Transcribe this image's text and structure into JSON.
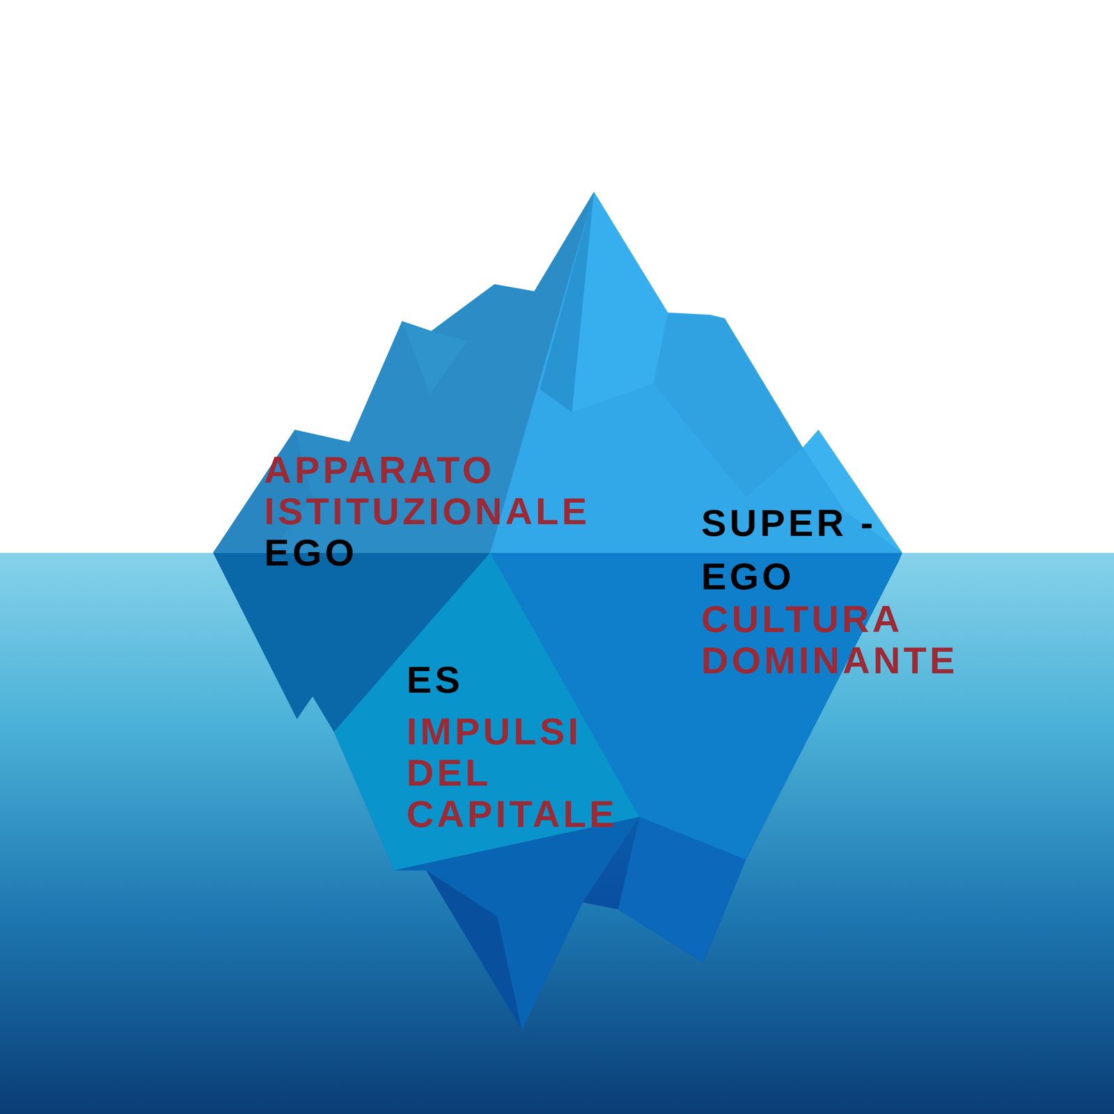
{
  "diagram": {
    "labels": [
      "APPARATO ISTITUZIONALE",
      "EGO",
      "SUPER -EGO",
      "CULTURA DOMINANTE",
      "ES",
      "IMPULSI DEL CAPITALE"
    ]
  }
}
